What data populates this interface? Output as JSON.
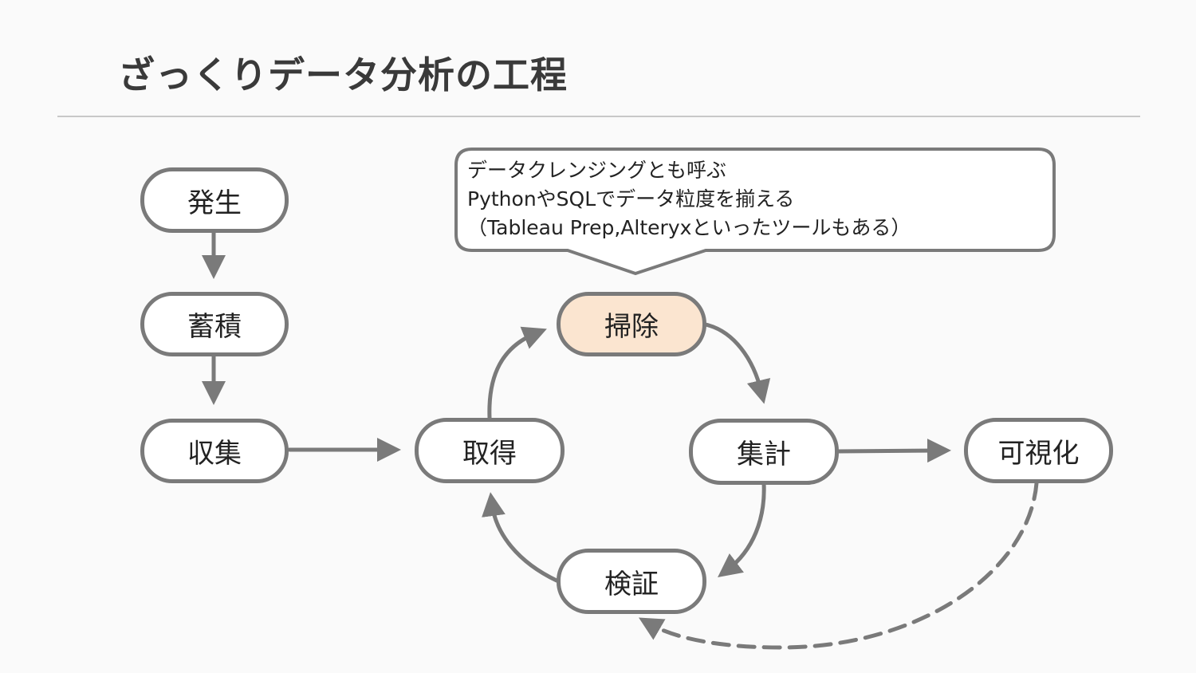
{
  "title": "ざっくりデータ分析の工程",
  "nodes": {
    "hassei": "発生",
    "chikuseki": "蓄積",
    "shushu": "収集",
    "shutoku": "取得",
    "souji": "掃除",
    "shukei": "集計",
    "kashika": "可視化",
    "kensho": "検証"
  },
  "callout": {
    "line1": "データクレンジングとも呼ぶ",
    "line2": "PythonやSQLでデータ粒度を揃える",
    "line3": "（Tableau Prep,Alteryxといったツールもある）"
  },
  "colors": {
    "stroke": "#7a7a7a",
    "highlight_fill": "#fbe5d0",
    "node_fill": "#ffffff",
    "background": "#fafafa"
  }
}
